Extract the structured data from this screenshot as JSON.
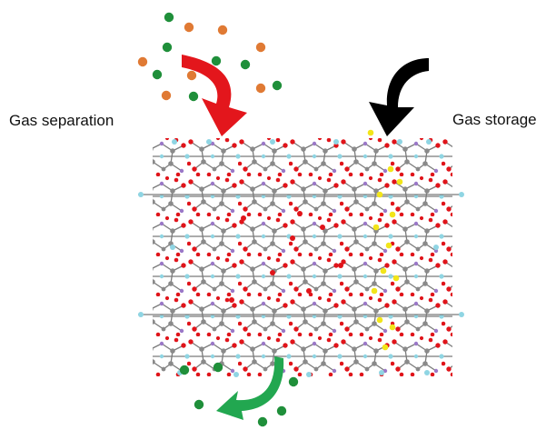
{
  "labels": {
    "gas_separation": "Gas separation",
    "gas_storage": "Gas storage"
  },
  "colors": {
    "gas_green": "#1f8f3a",
    "gas_orange": "#e07a34",
    "gas_yellow": "#f2e51a",
    "arrow_red": "#e3161c",
    "arrow_black": "#000000",
    "arrow_green": "#22a750",
    "framework_oxygen": "#e0141a",
    "framework_carbon": "#8a8a8a",
    "framework_metal": "#8fd5e3",
    "framework_nitrogen": "#9b78c8",
    "framework_bond": "#7a7a7a"
  },
  "icons": {
    "separation_arrow": "curved-arrow-red",
    "storage_arrow": "curved-arrow-black",
    "output_arrow": "curved-arrow-green",
    "framework": "mof-crystal-structure"
  }
}
